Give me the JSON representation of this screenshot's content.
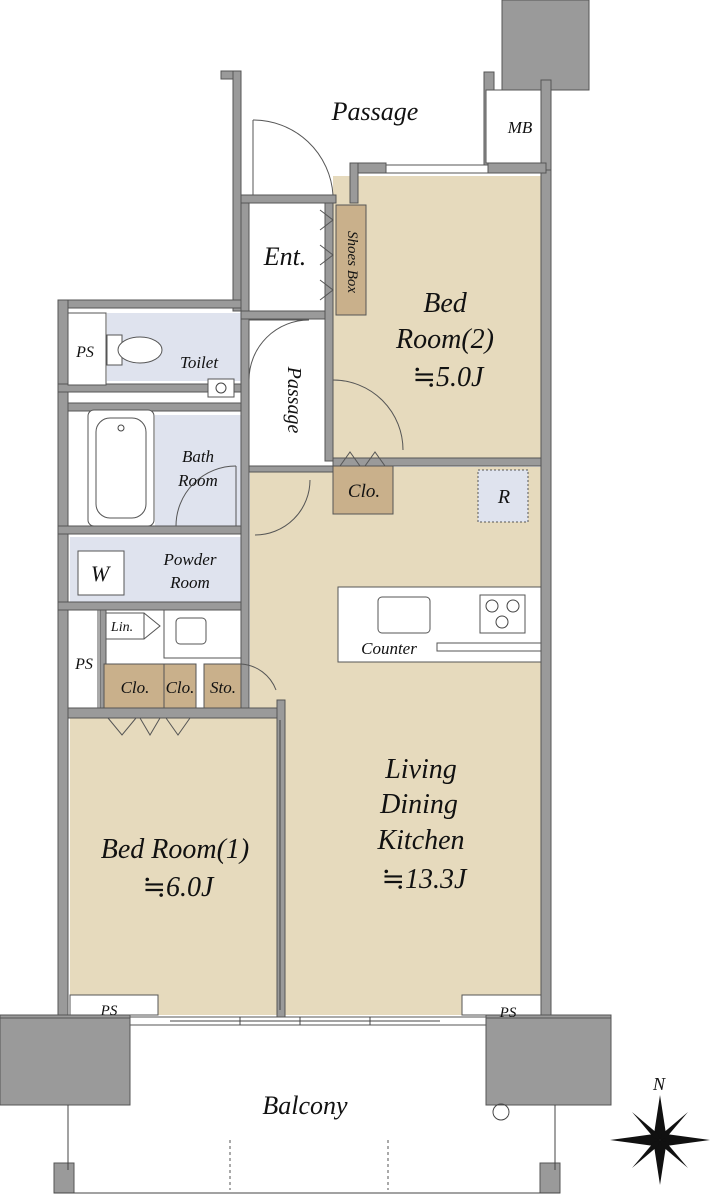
{
  "rooms": {
    "passage_top": "Passage",
    "mb": "MB",
    "ent": "Ent.",
    "shoes_box": "Shoes Box",
    "bed2_l1": "Bed",
    "bed2_l2": "Room(2)",
    "bed2_size": "≒5.0J",
    "ps_upper": "PS",
    "toilet": "Toilet",
    "passage_inner": "Passage",
    "bath_l1": "Bath",
    "bath_l2": "Room",
    "clo_bed2": "Clo.",
    "r": "R",
    "w": "W",
    "powder_l1": "Powder",
    "powder_l2": "Room",
    "lin": "Lin.",
    "counter": "Counter",
    "ps_mid": "PS",
    "clo1": "Clo.",
    "clo2": "Clo.",
    "sto": "Sto.",
    "ldk_l1": "Living",
    "ldk_l2": "Dining",
    "ldk_l3": "Kitchen",
    "ldk_size": "≒13.3J",
    "bed1_l1": "Bed Room(1)",
    "bed1_size": "≒6.0J",
    "ps_bl": "PS",
    "ps_br": "PS",
    "balcony": "Balcony",
    "north": "N"
  },
  "colors": {
    "room_fill": "#e6dabd",
    "wet_fill": "#dfe3ee",
    "storage_fill": "#c9b08b",
    "wall_fill": "#9a9a9a"
  }
}
